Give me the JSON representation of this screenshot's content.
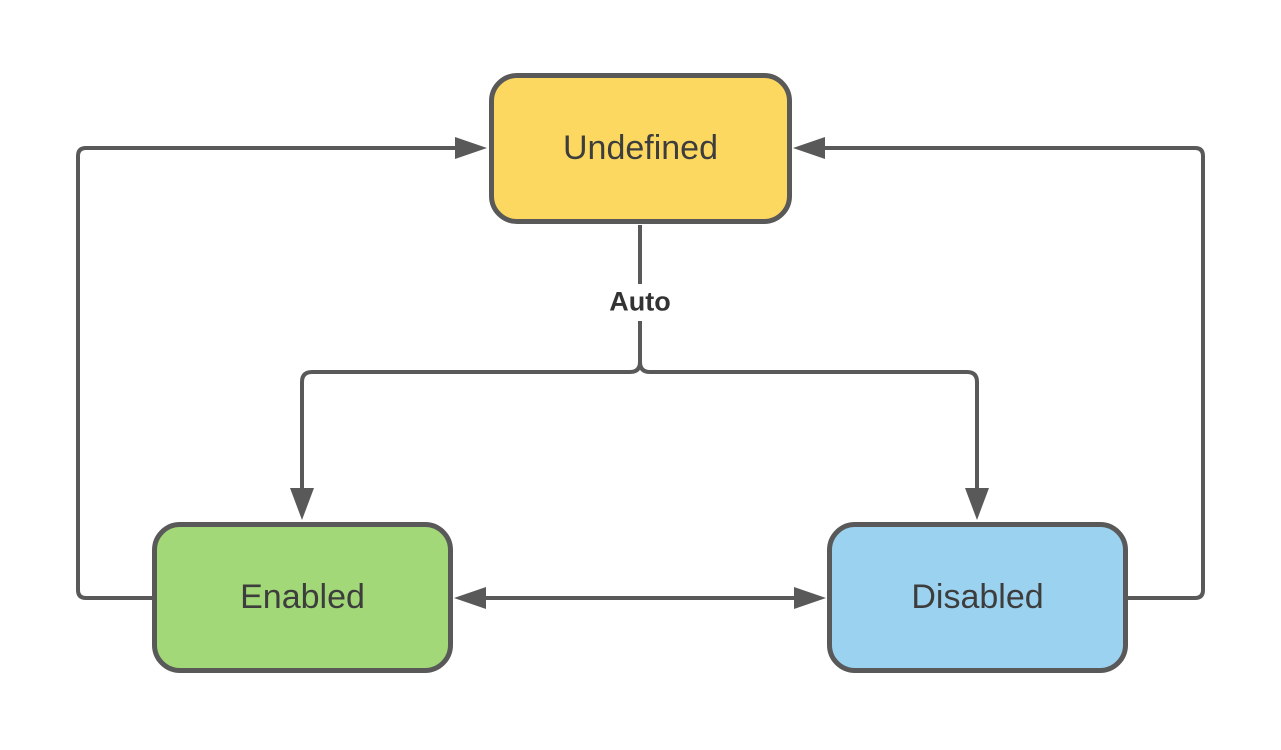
{
  "diagram": {
    "background_color": "#ffffff",
    "stroke_color": "#595959",
    "nodes": [
      {
        "id": "undefined",
        "label": "Undefined",
        "fill_color": "#fcd860",
        "text_color": "#3d3d3d"
      },
      {
        "id": "enabled",
        "label": "Enabled",
        "fill_color": "#a2d878",
        "text_color": "#3d3d3d"
      },
      {
        "id": "disabled",
        "label": "Disabled",
        "fill_color": "#9bd2f0",
        "text_color": "#3d3d3d"
      }
    ],
    "edges": [
      {
        "id": "enabled-to-undefined",
        "from": "Enabled",
        "to": "Undefined",
        "label": ""
      },
      {
        "id": "disabled-to-undefined",
        "from": "Disabled",
        "to": "Undefined",
        "label": ""
      },
      {
        "id": "undefined-auto-branch",
        "from": "Undefined",
        "to": "Enabled and Disabled",
        "label": "Auto",
        "label_color": "#333333"
      },
      {
        "id": "enabled-disabled-bidirectional",
        "from": "Enabled",
        "to": "Disabled",
        "bidirectional": true,
        "label": ""
      }
    ]
  }
}
